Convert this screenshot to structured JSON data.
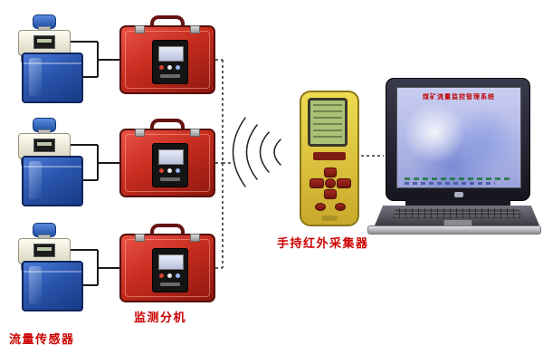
{
  "labels": {
    "flow_sensor": "流量传感器",
    "monitor_unit": "监测分机",
    "handheld_collector": "手持红外采集器"
  },
  "laptop": {
    "screen_title": "煤矿流量监控管理系统"
  },
  "colors": {
    "label_red": "#cc0000",
    "case_red": "#c62d1f",
    "box_blue": "#2a55ad",
    "handheld_yellow": "#e3cd3e",
    "lcd_green": "#a9c276"
  },
  "counts": {
    "sensor_groups": 3,
    "monitor_units": 3
  }
}
